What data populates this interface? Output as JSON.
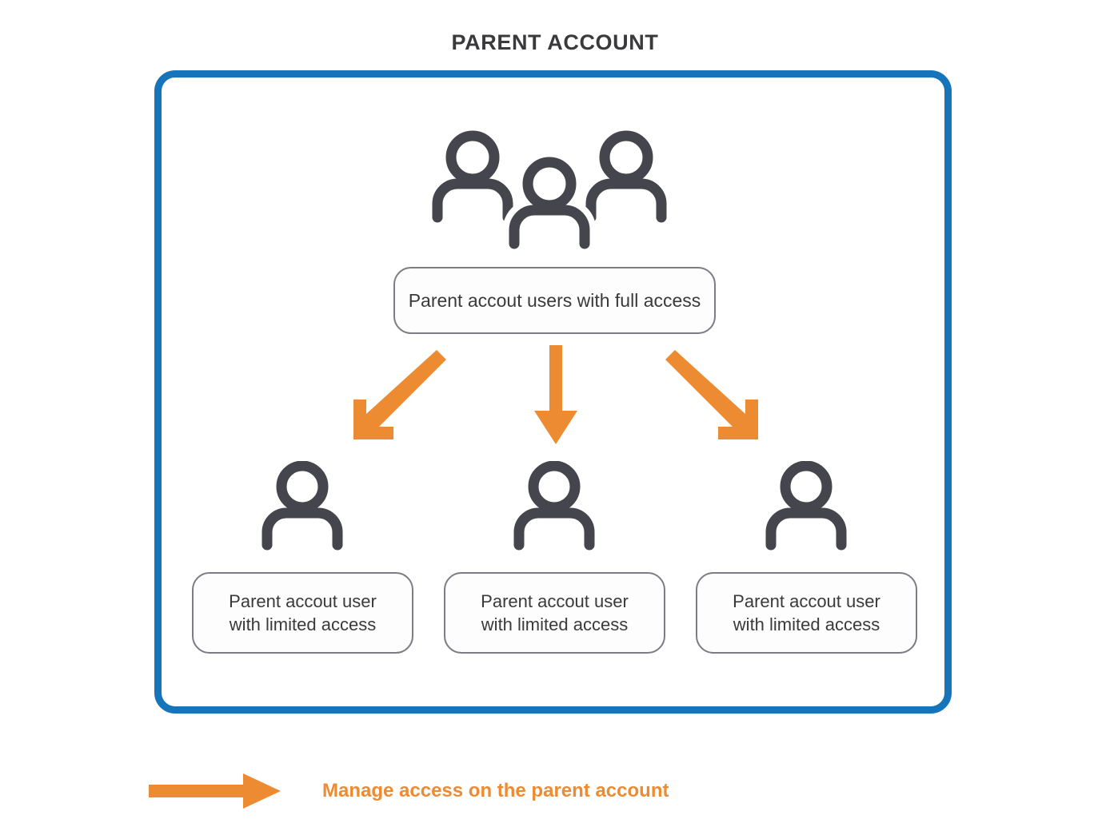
{
  "title": "PARENT ACCOUNT",
  "frame": {
    "name": "parent-account-container",
    "border_color": "#1574ba"
  },
  "colors": {
    "frame_blue": "#1574ba",
    "arrow_orange": "#ED8B33",
    "icon_gray": "#45454d",
    "box_border_gray": "#7c7c85",
    "text_gray": "#3a3a3c"
  },
  "top_node": {
    "icon": "group-of-three-people-icon",
    "label": "Parent accout users with full access"
  },
  "arrows": [
    {
      "name": "arrow-to-left-user",
      "direction": "down-left",
      "color": "#ED8B33"
    },
    {
      "name": "arrow-to-center-user",
      "direction": "down",
      "color": "#ED8B33"
    },
    {
      "name": "arrow-to-right-user",
      "direction": "down-right",
      "color": "#ED8B33"
    }
  ],
  "child_nodes": [
    {
      "icon": "person-icon",
      "label": "Parent accout user\nwith limited access"
    },
    {
      "icon": "person-icon",
      "label": "Parent accout user\nwith limited access"
    },
    {
      "icon": "person-icon",
      "label": "Parent accout user\nwith limited access"
    }
  ],
  "legend": {
    "icon": "right-arrow-icon",
    "label": "Manage access on the parent account",
    "color": "#ED8B33"
  }
}
